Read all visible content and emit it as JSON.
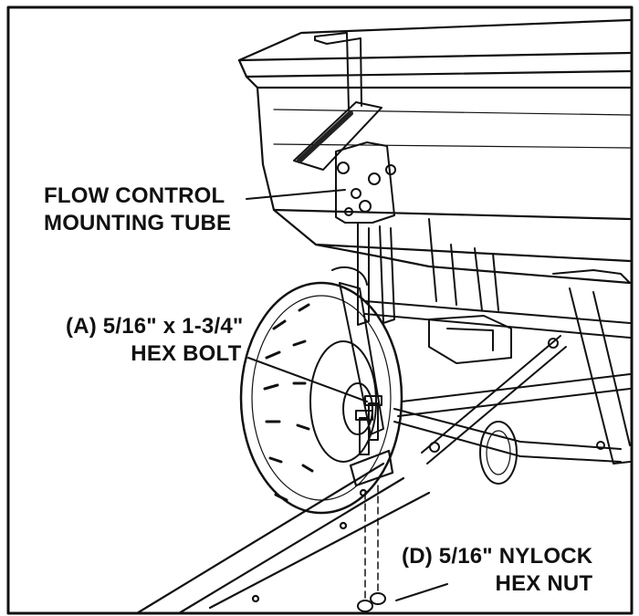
{
  "figure": {
    "labels": {
      "flow_control": {
        "line1": "FLOW CONTROL",
        "line2": "MOUNTING TUBE"
      },
      "hex_bolt": {
        "line1": "(A) 5/16\" x 1-3/4\"",
        "line2": "HEX BOLT"
      },
      "nylock_nut": {
        "line1": "(D) 5/16\" NYLOCK",
        "line2": "HEX NUT"
      }
    },
    "colors": {
      "ink": "#111111",
      "paper": "#ffffff"
    }
  }
}
